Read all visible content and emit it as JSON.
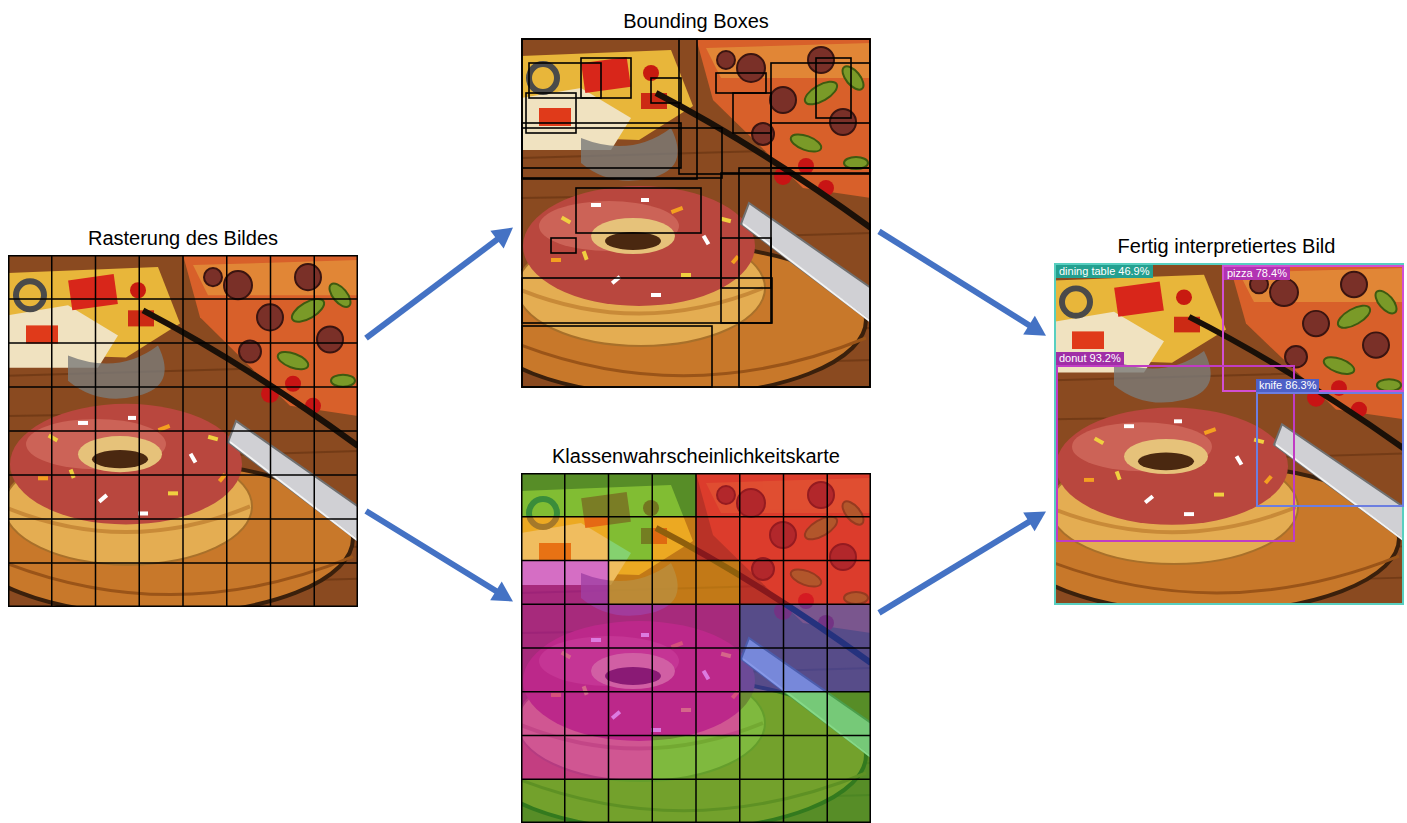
{
  "diagram": {
    "nodes": [
      {
        "text": [
          "Rasterung des Bildes"
        ]
      },
      {
        "text": [
          "Bounding Boxes"
        ]
      },
      {
        "text": [
          "Klassenwahrscheinlichkeitskarte"
        ]
      },
      {
        "text": [
          "Fertig interpretiertes Bild"
        ]
      },
      {
        "text": [
          "dining table 46.9%"
        ],
        "in": 3
      },
      {
        "text": [
          "pizza 78.4%"
        ],
        "in": 4
      },
      {
        "text": [
          "donut 93.2%"
        ],
        "in": 4
      },
      {
        "text": [
          "knife 86.3%"
        ],
        "in": 4
      }
    ],
    "edges": [
      {
        "from": 0,
        "to": 1,
        "arrow": "to"
      },
      {
        "from": 0,
        "to": 2,
        "arrow": "to"
      },
      {
        "from": 1,
        "to": 3,
        "arrow": "to"
      },
      {
        "from": 2,
        "to": 3,
        "arrow": "to"
      }
    ]
  }
}
